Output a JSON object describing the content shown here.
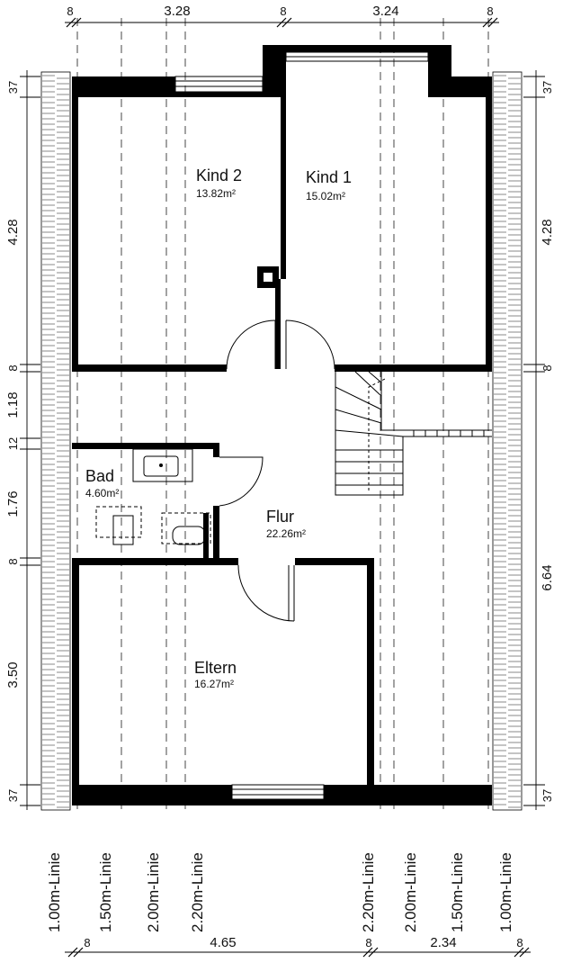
{
  "rooms": {
    "kind2": {
      "name": "Kind 2",
      "area": "13.82m²"
    },
    "kind1": {
      "name": "Kind 1",
      "area": "15.02m²"
    },
    "bad": {
      "name": "Bad",
      "area": "4.60m²"
    },
    "flur": {
      "name": "Flur",
      "area": "22.26m²"
    },
    "eltern": {
      "name": "Eltern",
      "area": "16.27m²"
    }
  },
  "dimensions": {
    "top": [
      "8",
      "3.28",
      "8",
      "3.24",
      "8"
    ],
    "bottom": [
      "8",
      "4.65",
      "8",
      "2.34",
      "8"
    ],
    "left": [
      "37",
      "4.28",
      "8",
      "1.18",
      "12",
      "1.76",
      "8",
      "3.50",
      "37"
    ],
    "right": [
      "37",
      "4.28",
      "8",
      "6.64",
      "37"
    ]
  },
  "height_lines": [
    "1.00m-Linie",
    "1.50m-Linie",
    "2.00m-Linie",
    "2.20m-Linie",
    "2.20m-Linie",
    "2.00m-Linie",
    "1.50m-Linie",
    "1.00m-Linie"
  ]
}
